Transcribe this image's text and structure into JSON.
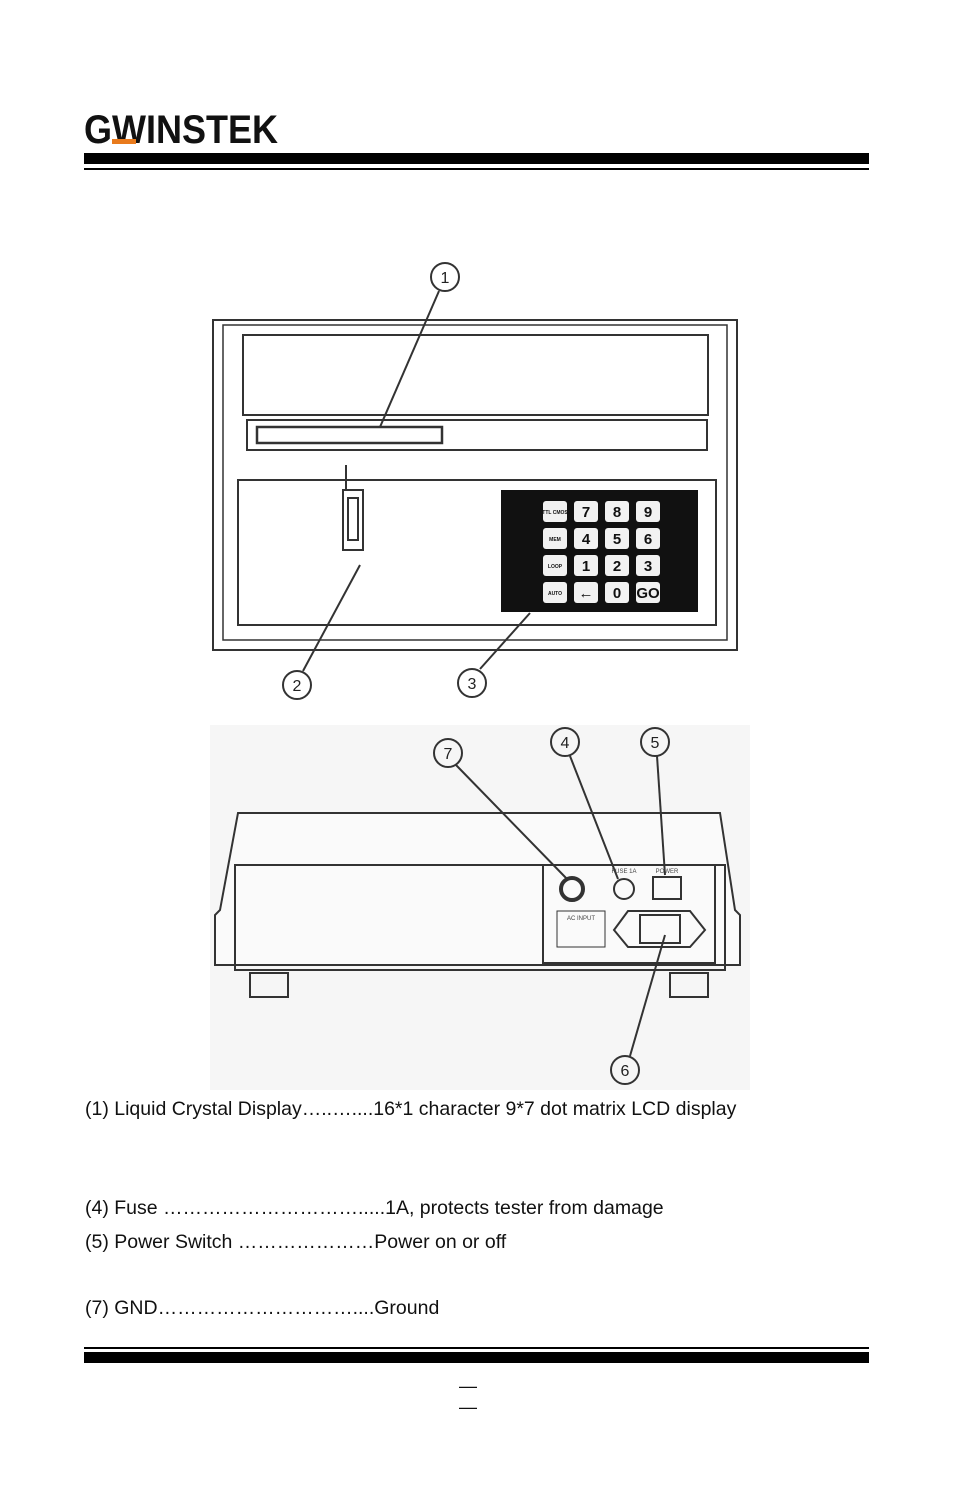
{
  "header": {
    "logo_text": "GWINSTEK"
  },
  "figure_front": {
    "callouts": [
      "1",
      "2",
      "3"
    ],
    "keypad_keys": [
      "TTL CMOS",
      "7",
      "8",
      "9",
      "MEM",
      "4",
      "5",
      "6",
      "LOOP",
      "1",
      "2",
      "3",
      "AUTO",
      "←",
      "0",
      "GO"
    ]
  },
  "figure_rear": {
    "callouts": [
      "7",
      "4",
      "5",
      "6"
    ],
    "fuse_label": "FUSE 1A",
    "power_label": "POWER",
    "ac_input_label": "AC INPUT"
  },
  "descriptions": [
    "(1) Liquid Crystal Display…..…....16*1 character 9*7 dot matrix LCD display",
    "(4) Fuse ………………………….....1A, protects tester from damage",
    "(5) Power Switch …………………Power on or off",
    "(7) GND…………………………....Ground"
  ],
  "footer": {
    "page_number": "— —"
  }
}
